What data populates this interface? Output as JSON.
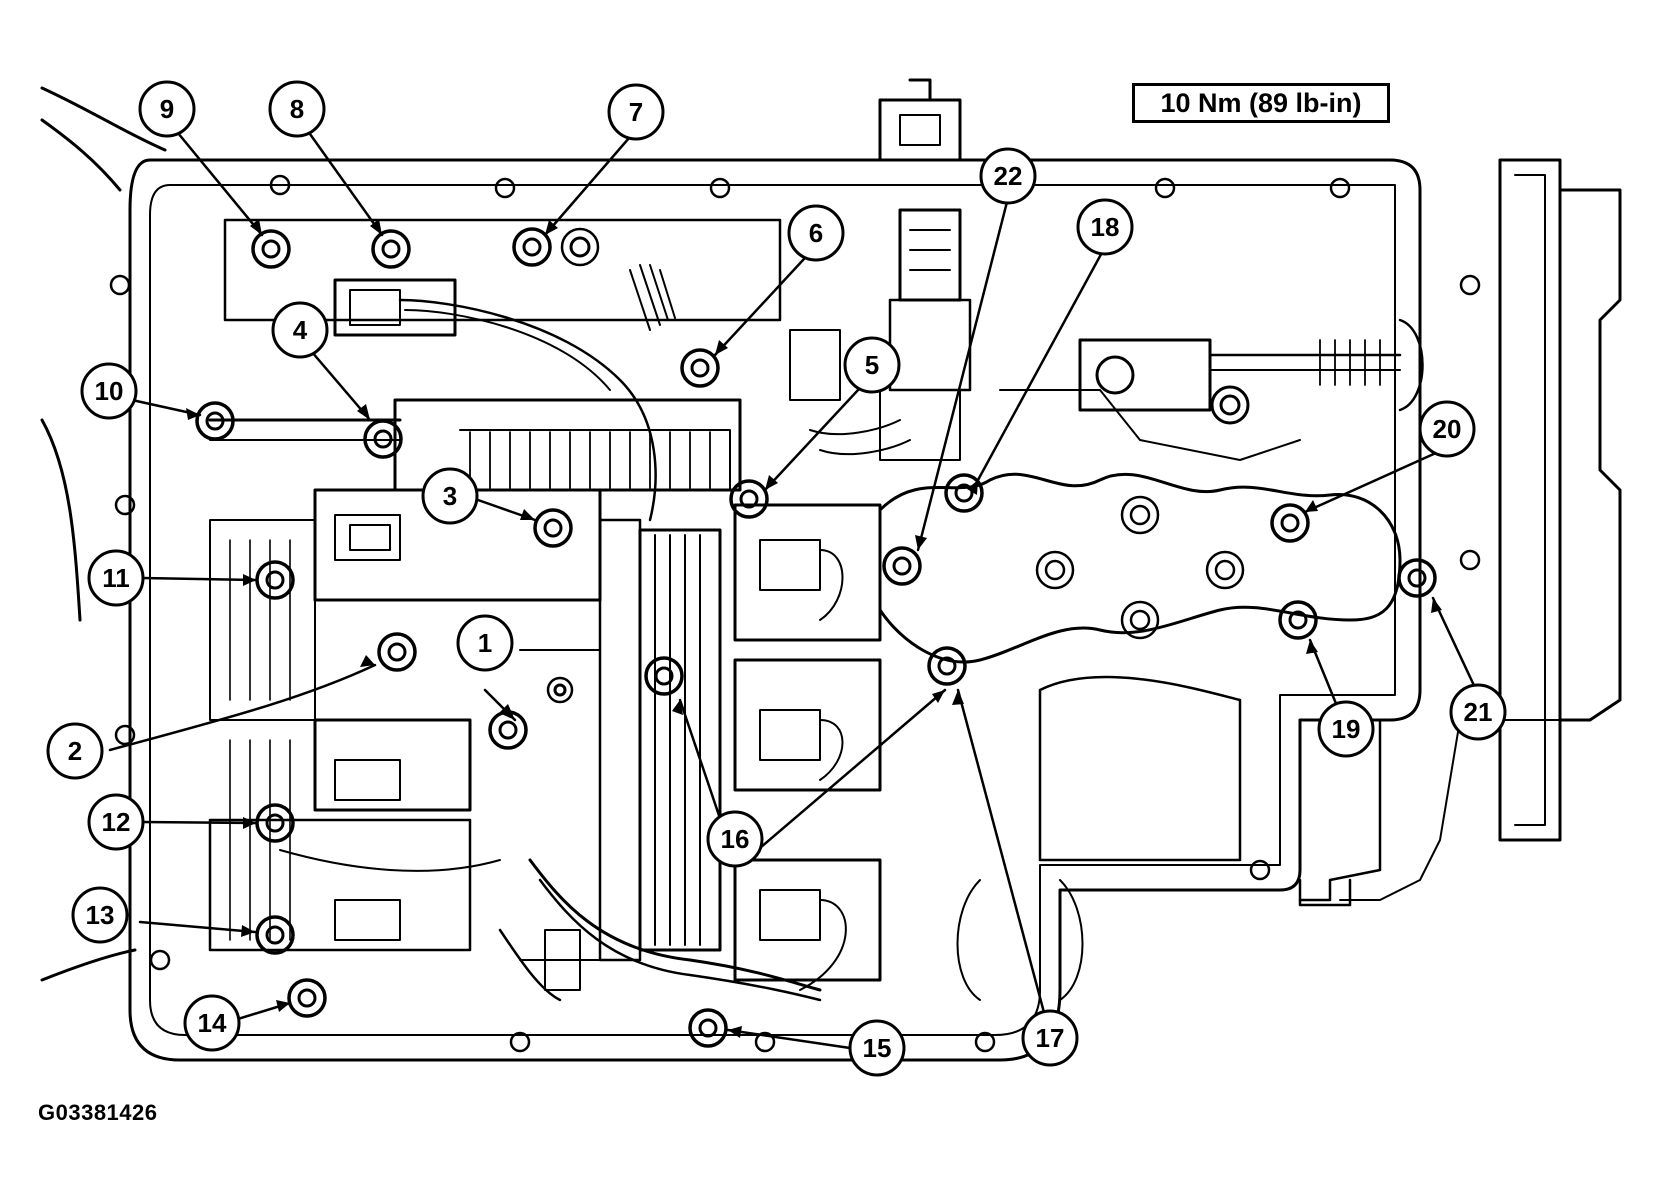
{
  "torque_spec": "10 Nm (89 lb-in)",
  "figure_id": "G03381426",
  "callouts": [
    "1",
    "2",
    "3",
    "4",
    "5",
    "6",
    "7",
    "8",
    "9",
    "10",
    "11",
    "12",
    "13",
    "14",
    "15",
    "16",
    "17",
    "18",
    "19",
    "20",
    "21",
    "22"
  ],
  "colors": {
    "line": "#000000",
    "background": "#ffffff"
  }
}
